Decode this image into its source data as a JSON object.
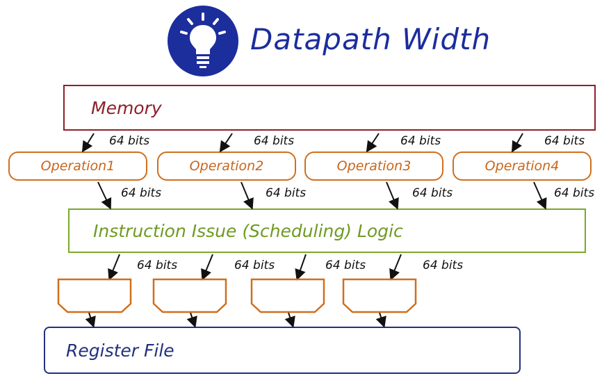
{
  "title": "Datapath Width",
  "icon": "lightbulb-icon",
  "colors": {
    "title": "#1c2d9c",
    "memory": "#8e1f2a",
    "operation": "#d06f1c",
    "issue": "#7aa82a",
    "register_file": "#22307e"
  },
  "memory": {
    "label": "Memory"
  },
  "operations": [
    {
      "label": "Operation1"
    },
    {
      "label": "Operation2"
    },
    {
      "label": "Operation3"
    },
    {
      "label": "Operation4"
    }
  ],
  "issue_logic": {
    "label": "Instruction Issue (Scheduling) Logic"
  },
  "register_file": {
    "label": "Register File"
  },
  "widths": {
    "mem_to_op": [
      "64 bits",
      "64 bits",
      "64 bits",
      "64 bits"
    ],
    "op_to_issue": [
      "64 bits",
      "64 bits",
      "64 bits",
      "64 bits"
    ],
    "issue_to_unit": [
      "64 bits",
      "64 bits",
      "64 bits",
      "64 bits"
    ]
  }
}
